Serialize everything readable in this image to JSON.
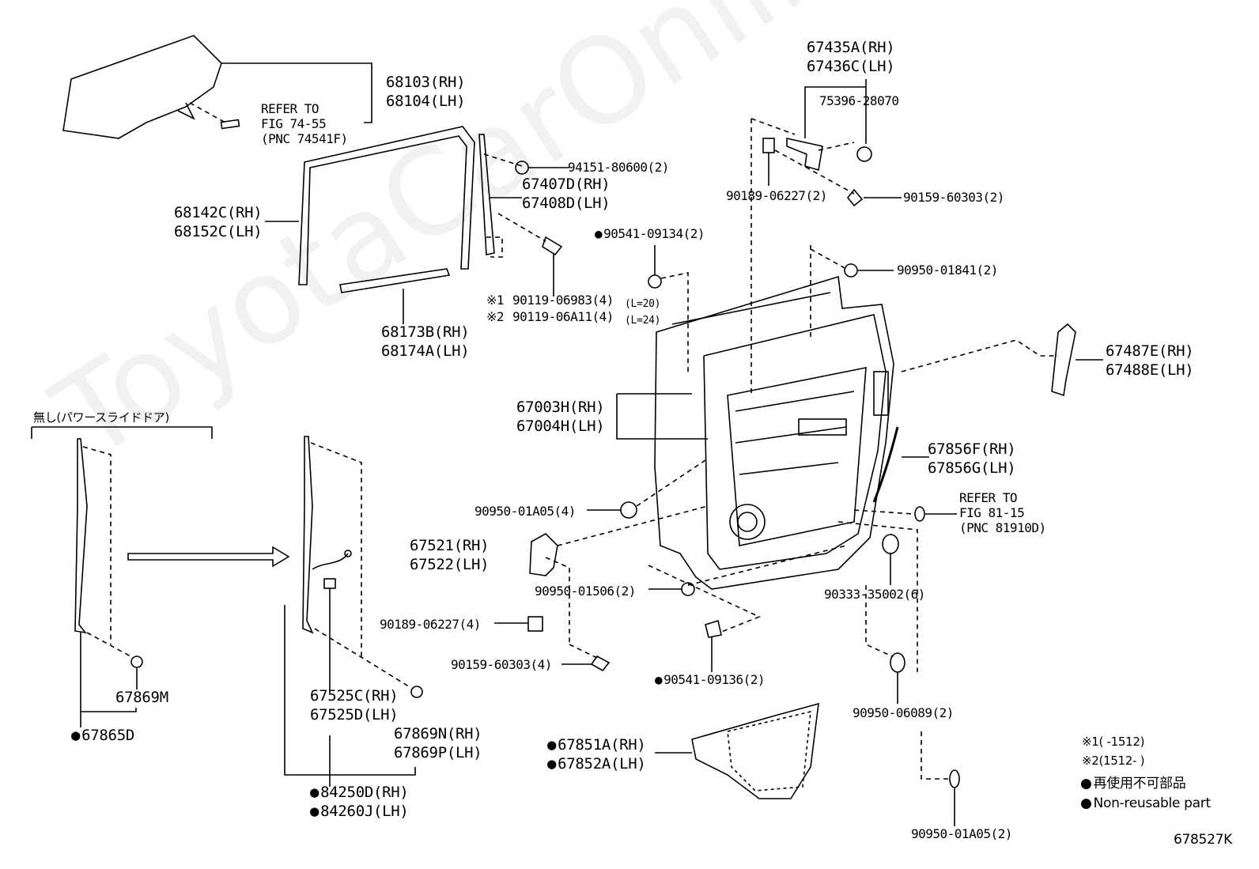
{
  "watermark": "ToyotaCarOnline.ru",
  "labels": {
    "p68103": "68103(RH)",
    "p68104": "68104(LH)",
    "refer1_a": "REFER TO",
    "refer1_b": "FIG 74-55",
    "refer1_c": "(PNC 74541F)",
    "p68142": "68142C(RH)",
    "p68152": "68152C(LH)",
    "p94151": "94151-80600(2)",
    "p67407": "67407D(RH)",
    "p67408": "67408D(LH)",
    "p68173": "68173B(RH)",
    "p68174": "68174A(LH)",
    "p90119a_mark": "※1",
    "p90119a": "90119-06983(4)",
    "p90119a_len": "(L=20)",
    "p90119b_mark": "※2",
    "p90119b": "90119-06A11(4)",
    "p90119b_len": "(L=24)",
    "p90541a": "90541-09134(2)",
    "p67435": "67435A(RH)",
    "p67436": "67436C(LH)",
    "p75396": "75396-28070",
    "p90189a": "90189-06227(2)",
    "p90159a": "90159-60303(2)",
    "p90950_01841": "90950-01841(2)",
    "p67487": "67487E(RH)",
    "p67488": "67488E(LH)",
    "p67003": "67003H(RH)",
    "p67004": "67004H(LH)",
    "p67856f": "67856F(RH)",
    "p67856g": "67856G(LH)",
    "refer2_a": "REFER TO",
    "refer2_b": "FIG 81-15",
    "refer2_c": "(PNC 81910D)",
    "p90950_01a05a": "90950-01A05(4)",
    "p67521": "67521(RH)",
    "p67522": "67522(LH)",
    "p90950_01506": "90950-01506(2)",
    "p90333": "90333-35002(6)",
    "p90189b": "90189-06227(4)",
    "p90159b": "90159-60303(4)",
    "p90541b": "90541-09136(2)",
    "p90950_06089": "90950-06089(2)",
    "p67869m": "67869M",
    "p67865d": "67865D",
    "p67525c": "67525C(RH)",
    "p67525d": "67525D(LH)",
    "p67869n": "67869N(RH)",
    "p67869p": "67869P(LH)",
    "p84250": "84250D(RH)",
    "p84260": "84260J(LH)",
    "p67851": "67851A(RH)",
    "p67852": "67852A(LH)",
    "p90950_01a05b": "90950-01A05(2)",
    "jp_power_slide": "無し(パワースライドドア)",
    "note1": "※1(    -1512)",
    "note2": "※2(1512-    )",
    "legend_jp": "再使用不可部品",
    "legend_en": "Non-reusable part",
    "figure_code": "678527K"
  }
}
